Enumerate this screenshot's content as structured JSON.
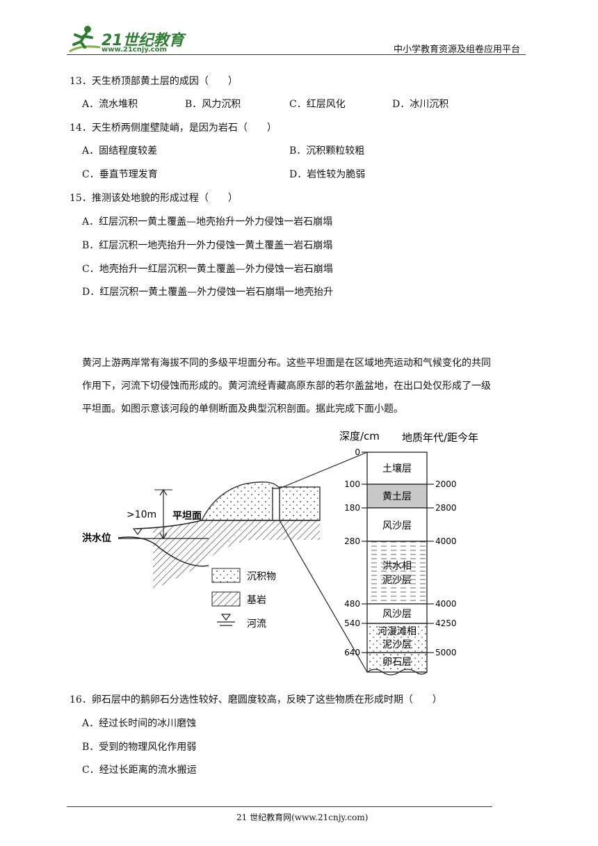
{
  "header": {
    "logo_main": "21世纪教育",
    "logo_sub": "www.21cnjy.com",
    "platform": "中小学教育资源及组卷应用平台"
  },
  "q13": {
    "stem": "13．天生桥顶部黄土层的成因（　　）",
    "options": [
      "A．流水堆积",
      "B．风力沉积",
      "C．红层风化",
      "D．冰川沉积"
    ]
  },
  "q14": {
    "stem": "14．天生桥两侧崖壁陡峭，是因为岩石（　　）",
    "options": [
      "A．固结程度较差",
      "B．沉积颗粒较粗",
      "C．垂直节理发育",
      "D．岩性较为脆弱"
    ]
  },
  "q15": {
    "stem": "15．推测该处地貌的形成过程（　　）",
    "options": [
      "A．红层沉积一黄土覆盖—地壳抬升一外力侵蚀一岩石崩塌",
      "B．红层沉积一地壳抬升一外力侵蚀一黄土覆盖一岩石崩塌",
      "C．地壳抬升一红层沉积一黄土覆盖—外力侵蚀一岩石崩塌",
      "D．红层沉积一黄土覆盖—外力侵蚀一岩石崩塌一地壳抬升"
    ]
  },
  "passage": {
    "line1": "黄河上游两岸常有海拔不同的多级平坦面分布。这些平坦面是在区域地壳运动和气候变化的共同",
    "line2": "作用下，河流下切侵蚀而形成的。黄河流经青藏高原东部的若尔盖盆地，在出口处仅形成了一级",
    "line3": "平坦面。如图示意该河段的单侧断面及典型沉积剖面。据此完成下面小题。"
  },
  "figure": {
    "depth_title": "深度/cm",
    "age_title": "地质年代/距今年",
    "height_label": ">10m",
    "terrace_label": "平坦面",
    "flood_label": "洪水位",
    "legend": [
      "沉积物",
      "基岩",
      "河流"
    ],
    "depths": [
      "0",
      "100",
      "180",
      "280",
      "480",
      "540",
      "640"
    ],
    "ages": [
      "2000",
      "2800",
      "4000",
      "4000",
      "4250",
      "5000"
    ],
    "layers": [
      "土壤层",
      "黄土层",
      "风沙层",
      "洪水相",
      "泥沙层",
      "风沙层",
      "河漫滩相",
      "泥沙层",
      "卵石层"
    ]
  },
  "q16": {
    "stem": "16．卵石层中的鹅卵石分选性较好、磨圆度较高，反映了这些物质在形成时期（　　）",
    "options": [
      "A．经过长时间的冰川磨蚀",
      "B．受到的物理风化作用弱",
      "C．经过长距离的流水搬运"
    ]
  },
  "footer": {
    "text": "21 世纪教育网(www.21cnjy.com)"
  }
}
